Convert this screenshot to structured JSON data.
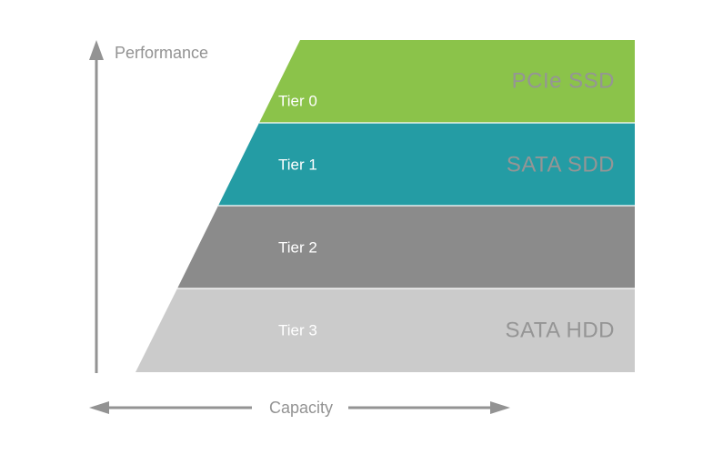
{
  "axes": {
    "y_label": "Performance",
    "x_label": "Capacity"
  },
  "tiers": [
    {
      "label": "Tier 0",
      "device": "PCIe SSD",
      "color": "#8BC34A"
    },
    {
      "label": "Tier 1",
      "device": "SATA SDD",
      "color": "#249CA4"
    },
    {
      "label": "Tier 2",
      "device": "",
      "color": "#8B8B8B"
    },
    {
      "label": "Tier 3",
      "device": "SATA HDD",
      "color": "#CBCBCB"
    }
  ],
  "colors": {
    "background": "#FFFFFF",
    "axis": "#939393",
    "tier_label": "#FFFFFF",
    "device_label": "#959595",
    "separator": "#FFFFFF"
  }
}
